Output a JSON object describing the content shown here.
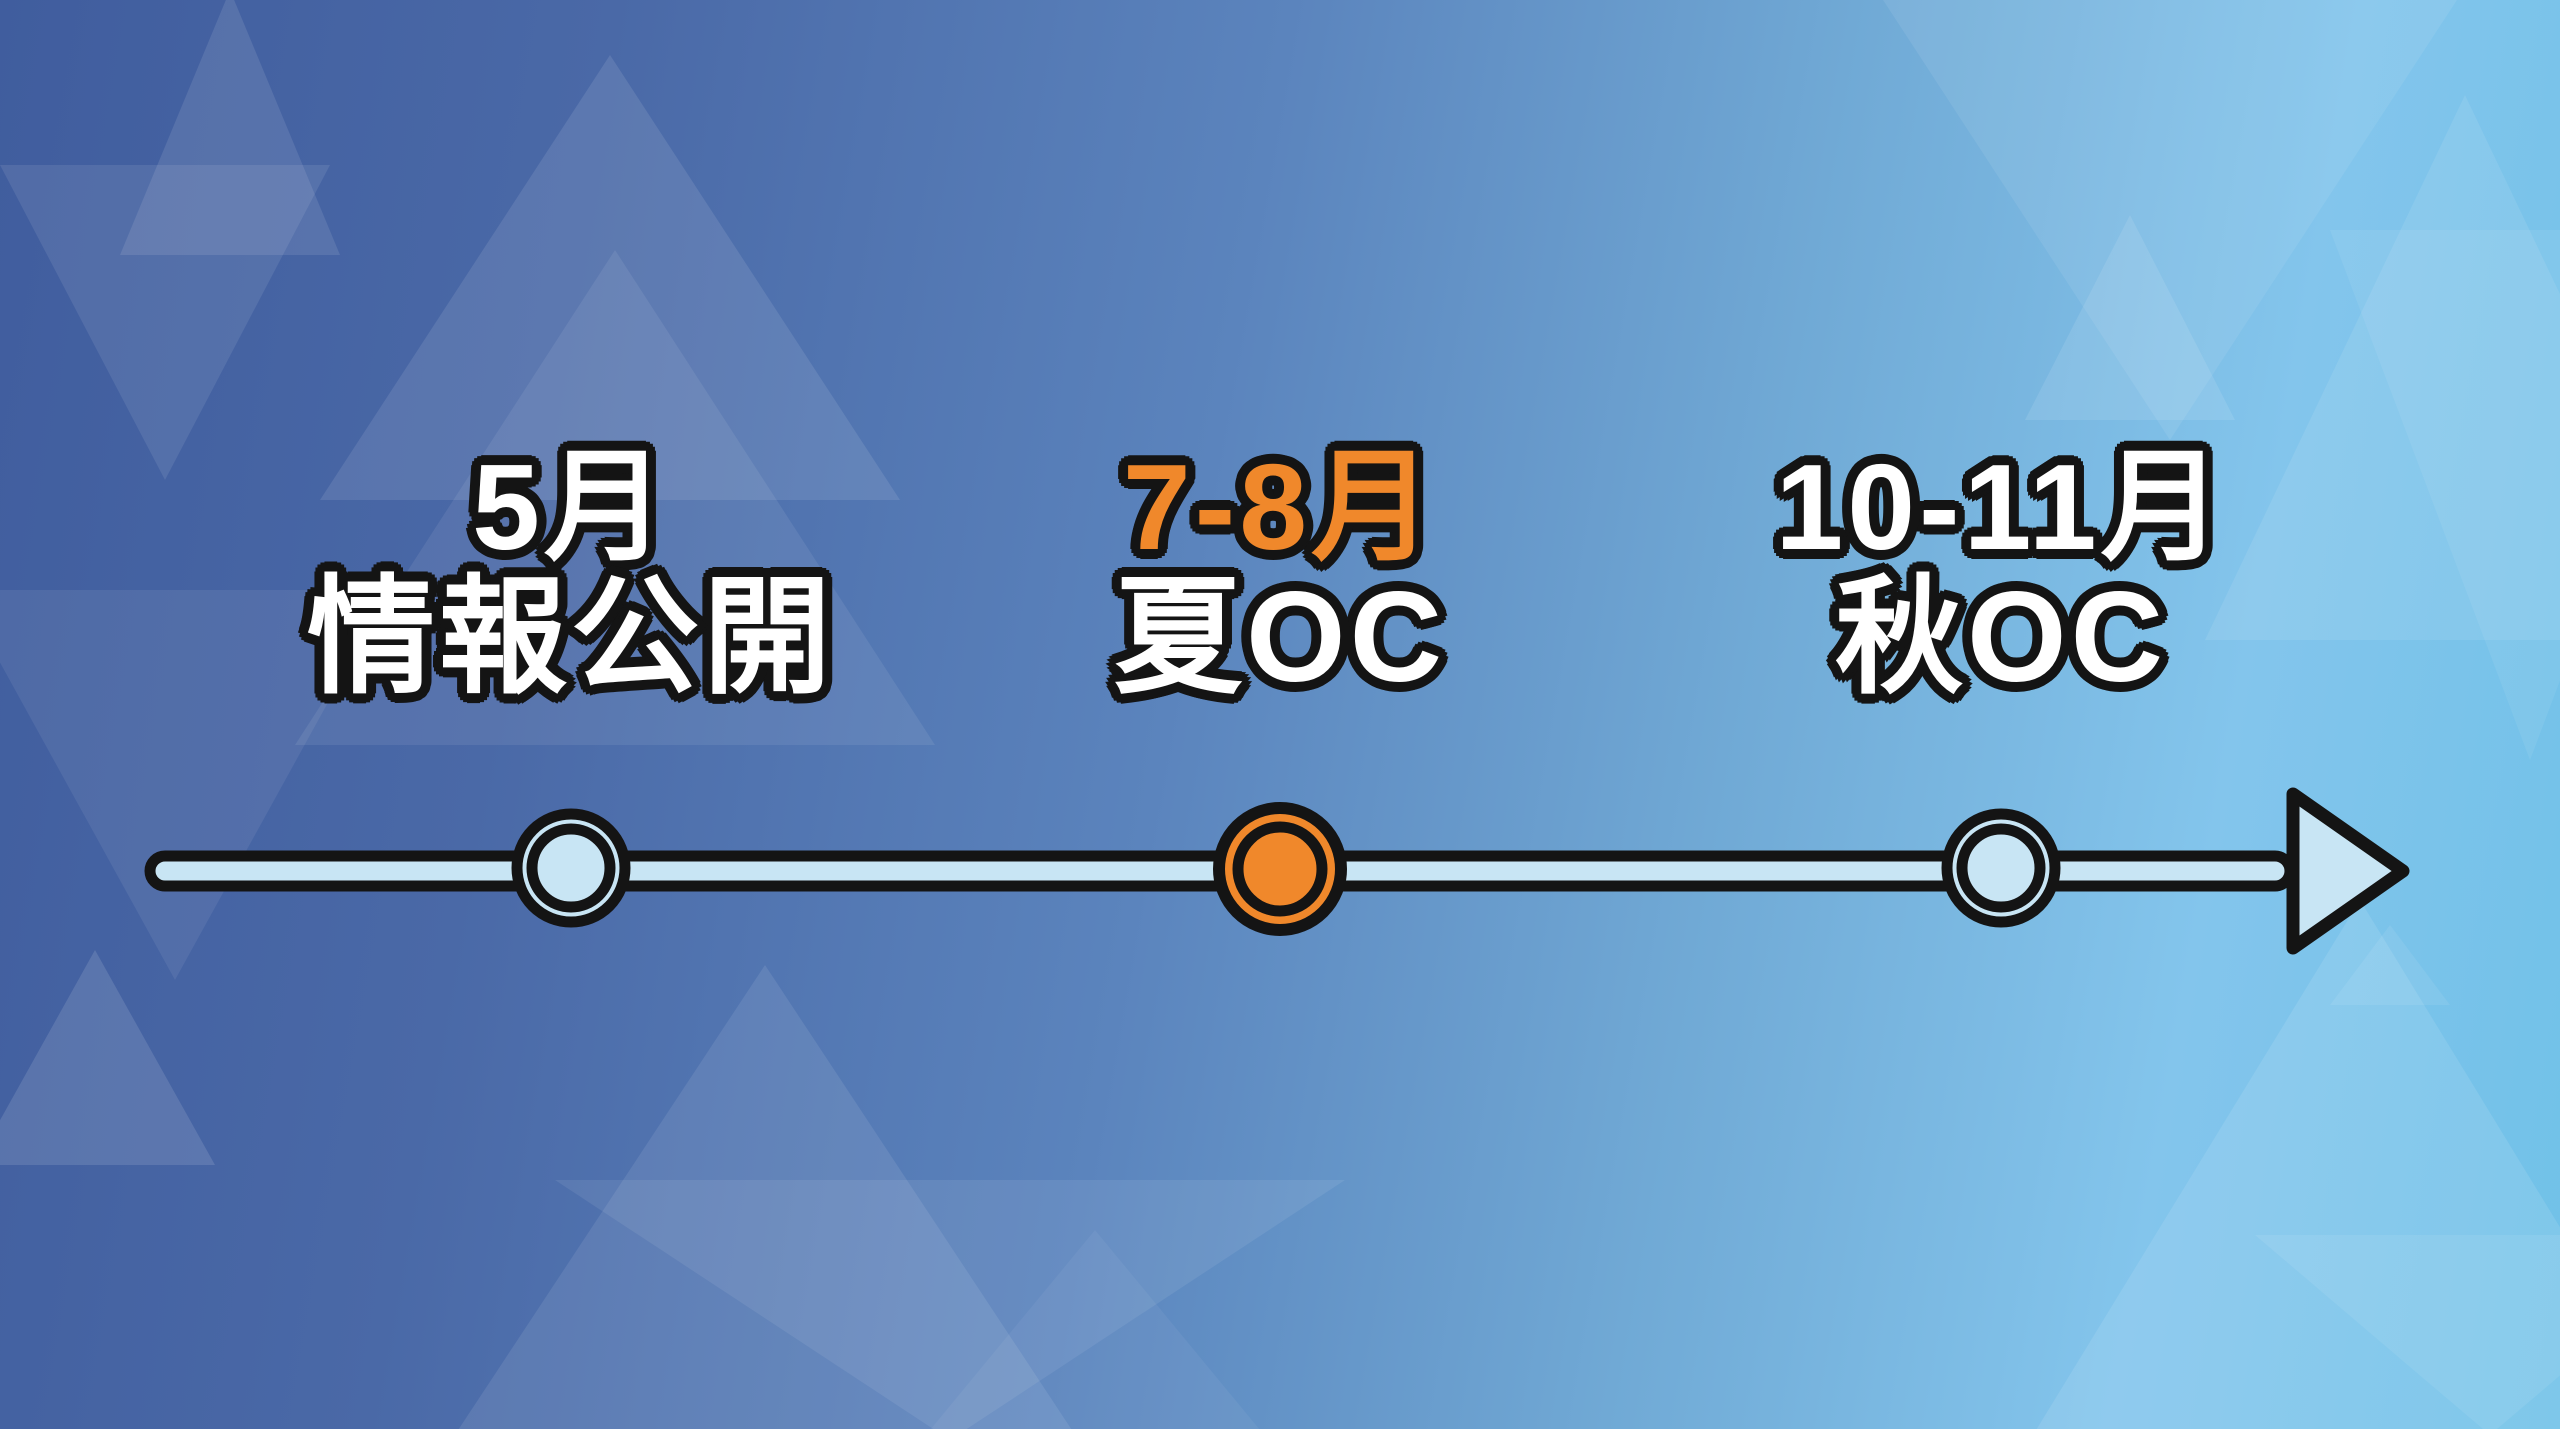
{
  "timeline": {
    "direction": "left-to-right",
    "milestones": [
      {
        "period": "5月",
        "event": "情報公開",
        "highlighted": false
      },
      {
        "period": "7-8月",
        "event": "夏OC",
        "highlighted": true
      },
      {
        "period": "10-11月",
        "event": "秋OC",
        "highlighted": false
      }
    ]
  },
  "colors": {
    "accent_orange": "#f0882b",
    "timeline_fill": "#c8e5f4",
    "outline_black": "#141414",
    "background_left": "#405d9e",
    "background_right": "#70c1e8"
  }
}
